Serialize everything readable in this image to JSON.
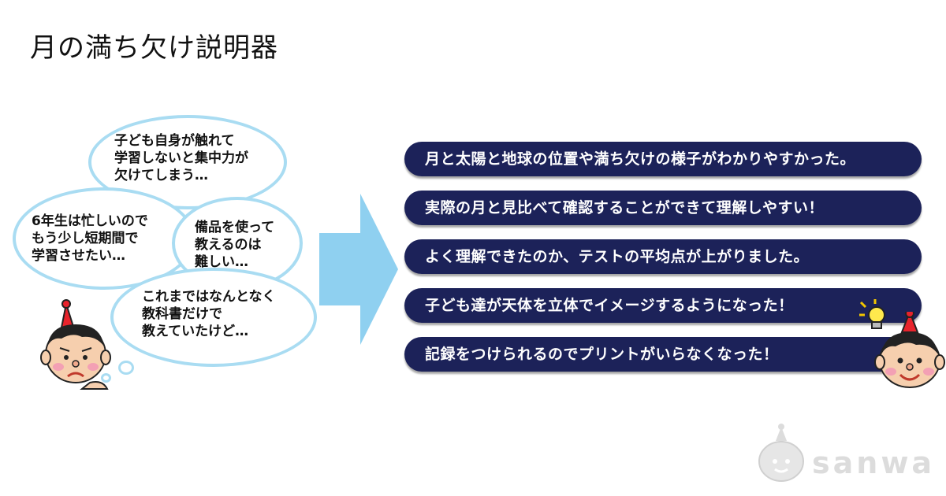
{
  "title": "月の満ち欠け説明器",
  "bubbles": [
    "子ども自身が触れて\n学習しないと集中力が\n欠けてしまう…",
    "6年生は忙しいので\nもう少し短期間で\n学習させたい…",
    "備品を使って\n教えるのは\n難しい…",
    "これまではなんとなく\n教科書だけで\n教えていたけど…"
  ],
  "results": [
    "月と太陽と地球の位置や満ち欠けの様子がわかりやすかった。",
    "実際の月と見比べて確認することができて理解しやすい！",
    "よく理解できたのか、テストの平均点が上がりました。",
    "子ども達が天体を立体でイメージするようになった！",
    "記録をつけられるのでプリントがいらなくなった！"
  ],
  "logo": "sanwa",
  "colors": {
    "banner": "#1c2259",
    "bubble_border": "#a9dcf2",
    "arrow": "#8fd0f0"
  }
}
